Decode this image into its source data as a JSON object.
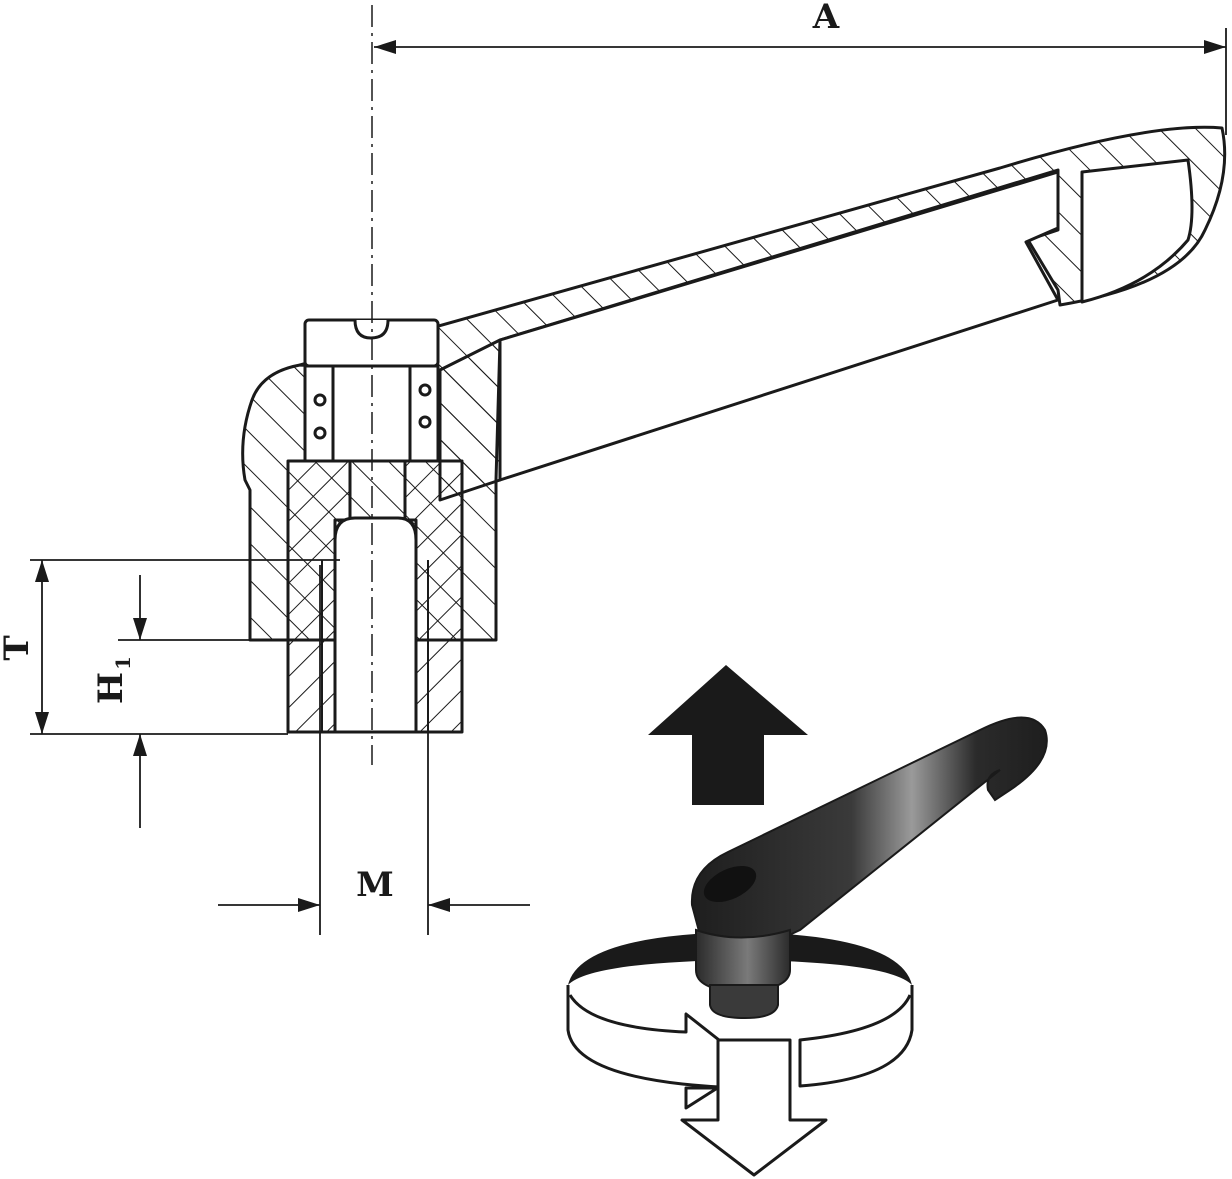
{
  "labels": {
    "A": "A",
    "T": "T",
    "H": "H",
    "H_sub": "1",
    "M": "M"
  },
  "colors": {
    "ink": "#1a1a1a",
    "paper": "#ffffff",
    "handle_dark": "#2b2b2b",
    "handle_light": "#9a9a9a"
  }
}
